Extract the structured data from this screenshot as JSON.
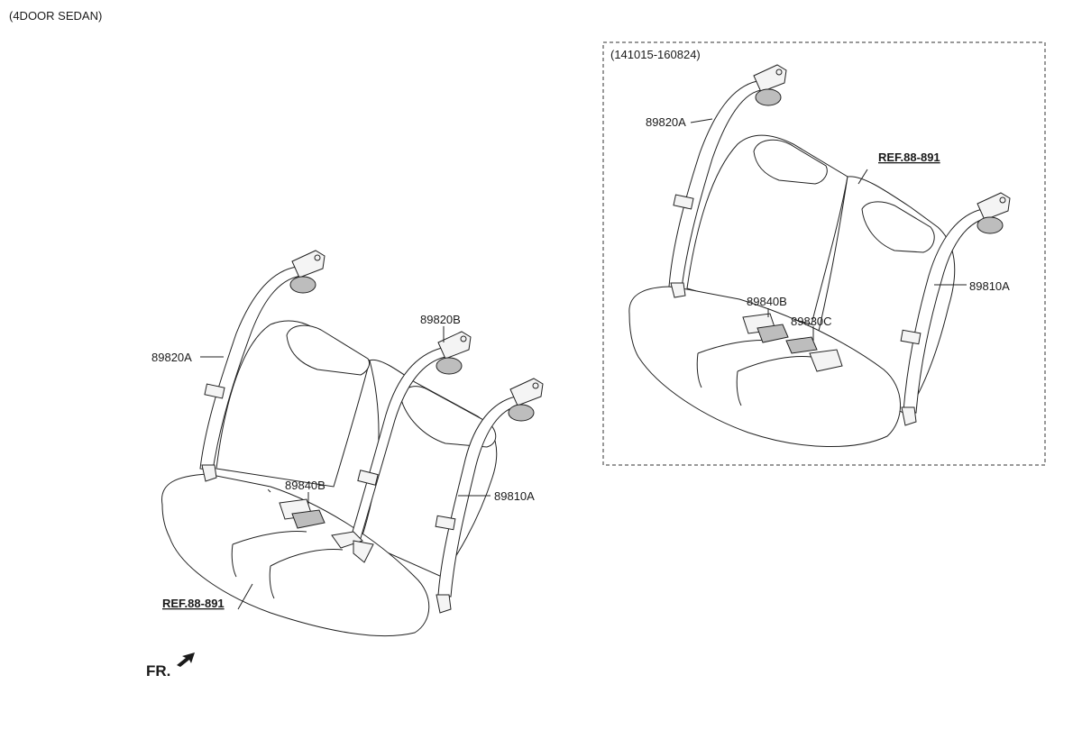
{
  "header": {
    "model_label": "(4DOOR SEDAN)"
  },
  "main": {
    "labels": {
      "retractor_a": "89820A",
      "retractor_b": "89820B",
      "buckle_b": "89840B",
      "retractor_side": "89810A",
      "ref": "REF.88-891",
      "front": "FR."
    }
  },
  "inset": {
    "date_range": "(141015-160824)",
    "labels": {
      "retractor_a": "89820A",
      "ref": "REF.88-891",
      "buckle_b": "89840B",
      "buckle_c": "89830C",
      "retractor_side": "89810A"
    }
  }
}
